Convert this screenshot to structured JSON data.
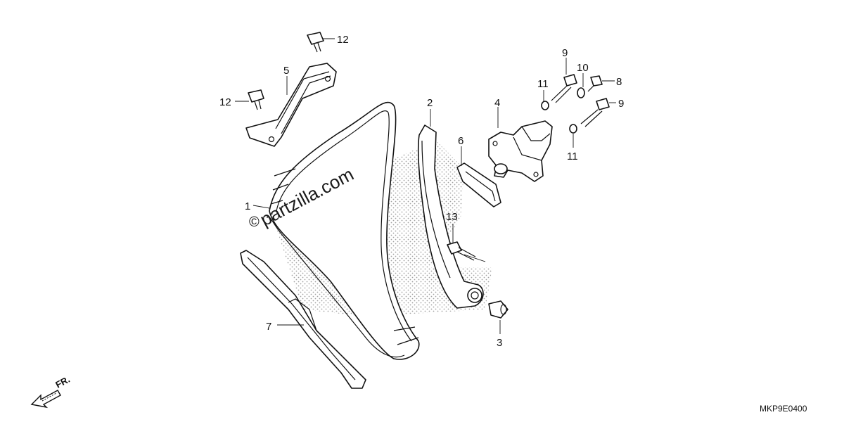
{
  "diagram": {
    "callouts": [
      {
        "id": "c1",
        "label": "1"
      },
      {
        "id": "c2",
        "label": "2"
      },
      {
        "id": "c3",
        "label": "3"
      },
      {
        "id": "c4",
        "label": "4"
      },
      {
        "id": "c5",
        "label": "5"
      },
      {
        "id": "c6",
        "label": "6"
      },
      {
        "id": "c7",
        "label": "7"
      },
      {
        "id": "c8",
        "label": "8"
      },
      {
        "id": "c9a",
        "label": "9"
      },
      {
        "id": "c9b",
        "label": "9"
      },
      {
        "id": "c10",
        "label": "10"
      },
      {
        "id": "c11a",
        "label": "11"
      },
      {
        "id": "c11b",
        "label": "11"
      },
      {
        "id": "c12a",
        "label": "12"
      },
      {
        "id": "c12b",
        "label": "12"
      },
      {
        "id": "c13",
        "label": "13"
      }
    ],
    "watermark": "partzilla.com",
    "copyright_symbol": "©",
    "direction_label": "FR.",
    "diagram_code": "MKP9E0400"
  }
}
